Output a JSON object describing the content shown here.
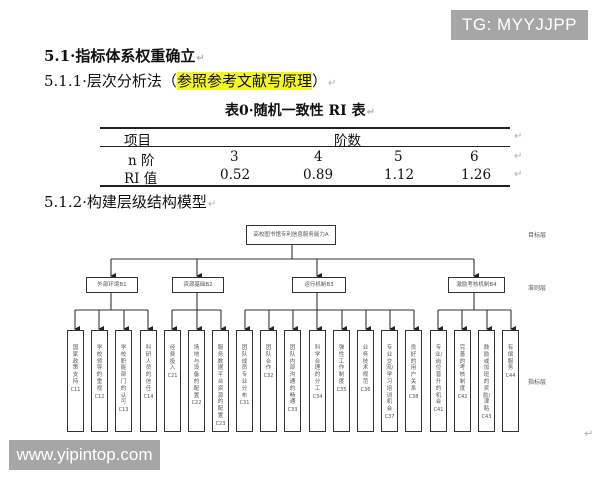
{
  "watermarks": {
    "top_right": "TG: MYYJJPP",
    "bottom_left": "www.yipintop.com"
  },
  "document": {
    "section_5_1": "5.1·指标体系权重确立",
    "section_5_1_1_prefix": "5.1.1·层次分析法（",
    "section_5_1_1_highlight": "参照参考文献写原理",
    "section_5_1_1_suffix": "）",
    "table_caption": "表0·随机一致性 RI 表",
    "section_5_1_2": "5.1.2·构建层级结构模型",
    "paragraph_mark": "↵",
    "highlight_color": "#f5f523"
  },
  "ri_table": {
    "header": [
      "项目",
      "阶数"
    ],
    "rows": [
      {
        "label": "n 阶",
        "values": [
          "3",
          "4",
          "5",
          "6"
        ]
      },
      {
        "label": "RI 值",
        "values": [
          "0.52",
          "0.89",
          "1.12",
          "1.26"
        ]
      }
    ]
  },
  "hierarchy": {
    "levels": {
      "goal": "目标层",
      "criteria": "准则层",
      "indicator": "指标层"
    },
    "goal": "高校图书馆专利信息服务能力A",
    "criteria": [
      {
        "label": "外部环境B1"
      },
      {
        "label": "资源基础B2"
      },
      {
        "label": "运行机制B3"
      },
      {
        "label": "激励考核机制B4"
      }
    ],
    "indicators": [
      {
        "text": "国家政策支持",
        "code": "C11"
      },
      {
        "text": "学校领导的重视",
        "code": "C12"
      },
      {
        "text": "学校职能部门的认可",
        "code": "C13"
      },
      {
        "text": "科研人员的信任",
        "code": "C14"
      },
      {
        "text": "经费投入",
        "code": "C21"
      },
      {
        "text": "场地与设备的配置",
        "code": "C22"
      },
      {
        "text": "服务数据平台资源的配置",
        "code": "C23"
      },
      {
        "text": "团队成员专业分布",
        "code": "C31"
      },
      {
        "text": "团队合作",
        "code": "C32"
      },
      {
        "text": "团队内部沟通的畅通",
        "code": "C33"
      },
      {
        "text": "科学合理的分工",
        "code": "C34"
      },
      {
        "text": "弹性工作制度",
        "code": "C35"
      },
      {
        "text": "业务技术规范",
        "code": "C36"
      },
      {
        "text": "专业交流/学习培训机会",
        "code": "C37"
      },
      {
        "text": "良好的用户关系",
        "code": "C38"
      },
      {
        "text": "专业/岗位晋升的机会",
        "code": "C41"
      },
      {
        "text": "完善的考核制度",
        "code": "C42"
      },
      {
        "text": "鼓励或加班的奖励/津贴",
        "code": "C43"
      },
      {
        "text": "有偿服务",
        "code": "C44"
      }
    ]
  }
}
